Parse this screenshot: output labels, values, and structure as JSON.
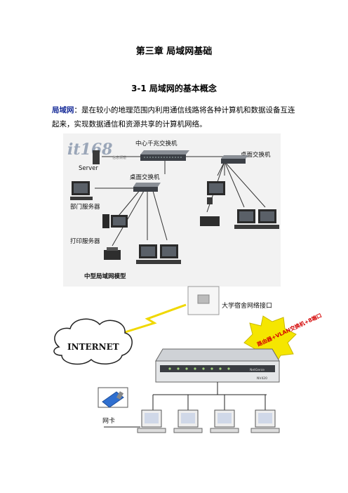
{
  "chapter_title": "第三章  局域网基础",
  "section_title": "3-1  局域网的基本概念",
  "definition": {
    "term": "局域网",
    "text": "：是在较小的地理范围内利用通信线路将各种计算机和数据设备互连起来，实现数据通信和资源共享的计算机网络。"
  },
  "figure1": {
    "logo": "it168",
    "logo_sub": "信息频道",
    "labels": {
      "server": "Server",
      "core_switch": "中心千兆交换机",
      "desktop_switch_right": "桌面交换机",
      "desktop_switch_mid": "桌面交换机",
      "dept_server": "部门服务器",
      "print_server": "打印服务器"
    },
    "caption": "中型局域网模型"
  },
  "figure2": {
    "wall_port_label": "大学宿舍网络接口",
    "internet_label": "INTERNET",
    "router_badge": "路由器+VLAN交换机+8端口",
    "nic_label": "网卡",
    "router_brand": "NetGenie",
    "router_model": "NV420"
  }
}
